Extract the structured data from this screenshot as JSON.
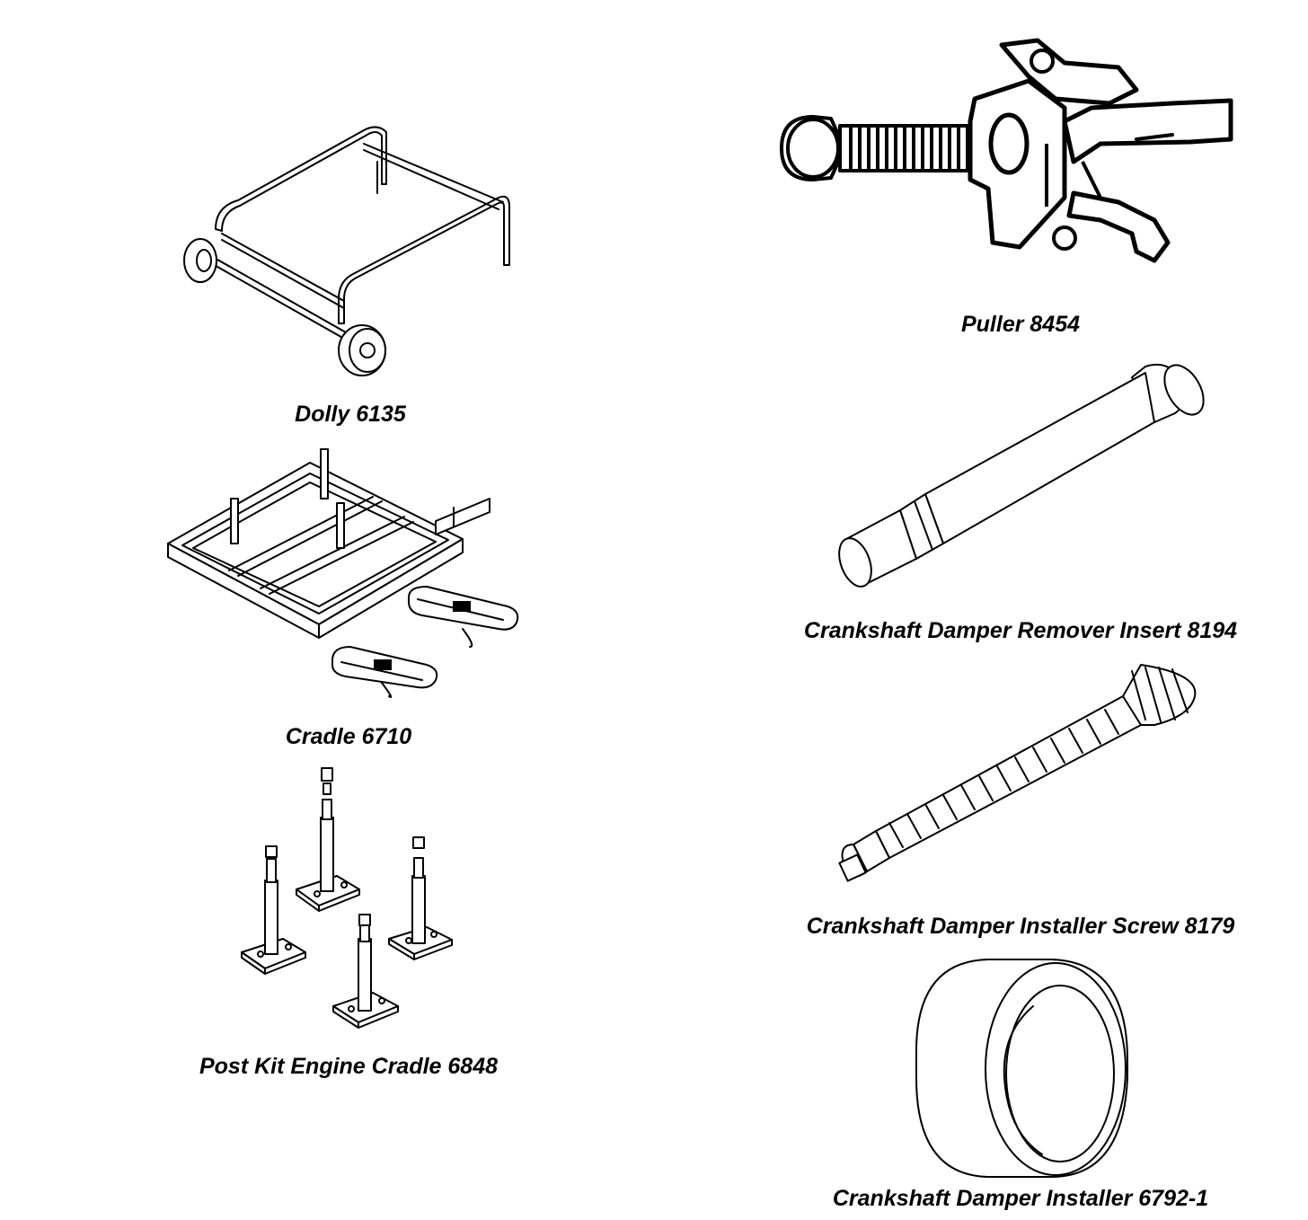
{
  "tools": [
    {
      "id": "dolly",
      "label": "Dolly 6135"
    },
    {
      "id": "cradle",
      "label": "Cradle 6710"
    },
    {
      "id": "post-kit",
      "label": "Post Kit Engine Cradle 6848"
    },
    {
      "id": "puller",
      "label": "Puller 8454"
    },
    {
      "id": "remover-insert",
      "label": "Crankshaft Damper Remover Insert 8194"
    },
    {
      "id": "installer-screw",
      "label": "Crankshaft Damper Installer Screw 8179"
    },
    {
      "id": "installer",
      "label": "Crankshaft Damper Installer 6792-1"
    }
  ]
}
